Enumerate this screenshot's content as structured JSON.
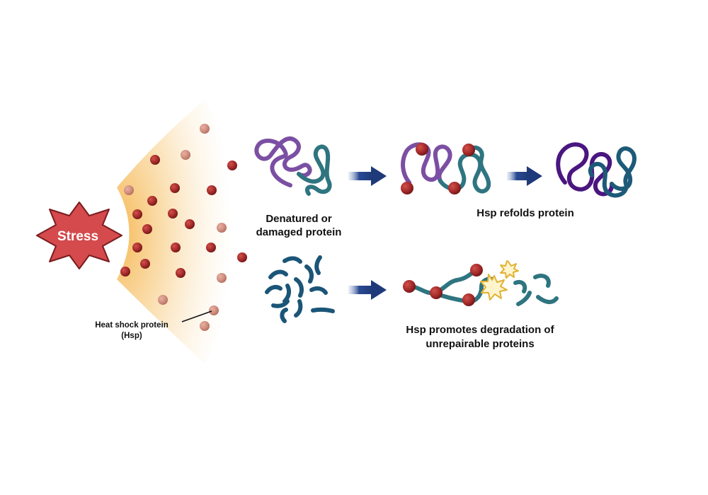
{
  "stress": {
    "label": "Stress"
  },
  "hsp_label": {
    "line1": "Heat shock protein",
    "line2": "(Hsp)"
  },
  "labels": {
    "denatured_line1": "Denatured or",
    "denatured_line2": "damaged protein",
    "refolds": "Hsp refolds protein",
    "degradation_line1": "Hsp promotes degradation of",
    "degradation_line2": "unrepairable proteins"
  },
  "colors": {
    "stress_fill": "#d44a4d",
    "stress_stroke": "#7a1c1e",
    "glow": "#f5b44c",
    "hsp_dark": "#a52a2a",
    "hsp_light": "#d49282",
    "protein_purple": "#7b4fa3",
    "protein_teal": "#2e7580",
    "protein_dark_purple": "#4a1680",
    "protein_navy": "#1d5a78",
    "fragment_blue": "#1b5577",
    "arrow": "#1f3a7a",
    "burst": "#e1b232"
  },
  "icons": {
    "stress": "stress-starburst-icon",
    "arrow": "right-arrow-icon",
    "burst": "degradation-burst-icon"
  }
}
